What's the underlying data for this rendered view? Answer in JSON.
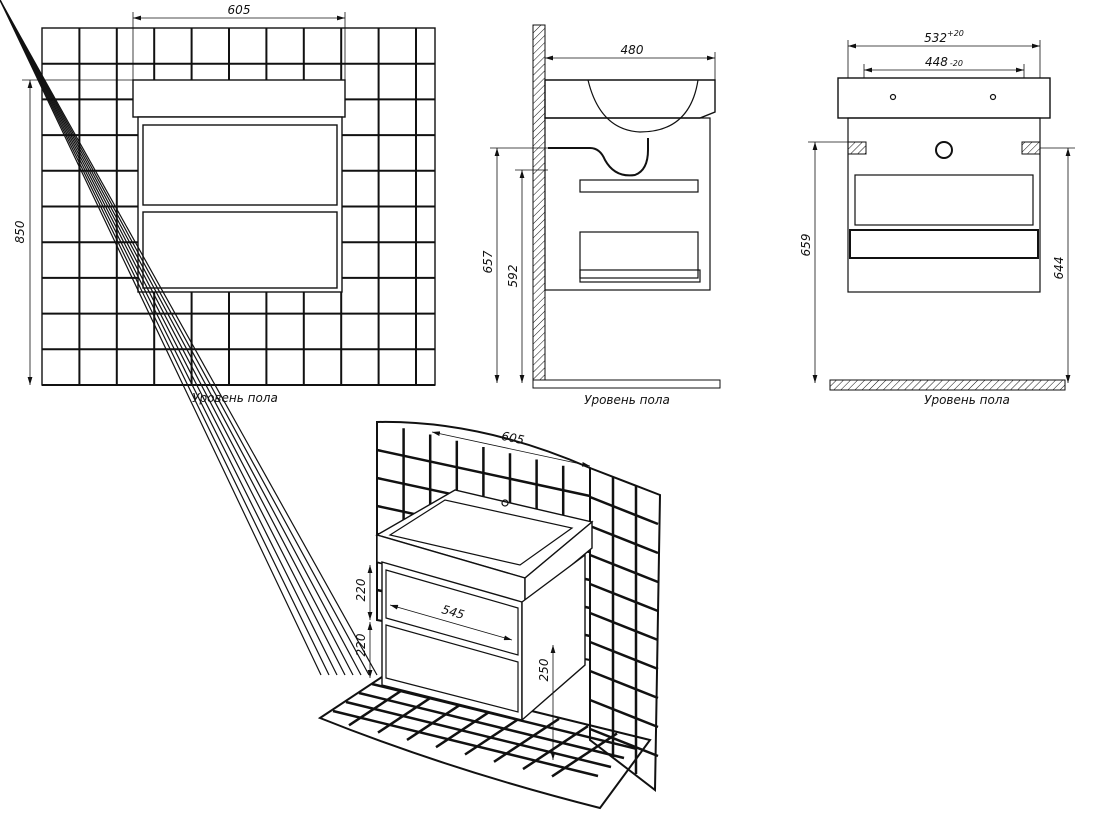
{
  "front_view": {
    "width_label": "605",
    "height_label": "850",
    "floor_label": "Уровень пола"
  },
  "side_view": {
    "depth_label": "480",
    "height_outer_label": "657",
    "height_inner_label": "592",
    "floor_label": "Уровень пола"
  },
  "back_view": {
    "outer_width_label": "532",
    "outer_tolerance": "+20",
    "inner_width_label": "448",
    "inner_tolerance": "-20",
    "left_height_label": "659",
    "right_height_label": "644",
    "floor_label": "Уровень пола"
  },
  "iso_view": {
    "width_label": "605",
    "drawer1_label": "220",
    "drawer2_label": "220",
    "inner_width_label": "545",
    "leg_height_label": "250"
  }
}
